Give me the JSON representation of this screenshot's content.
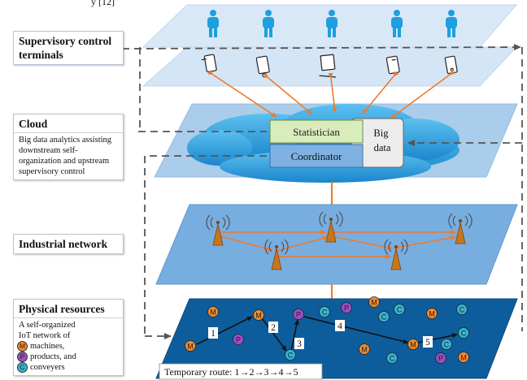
{
  "header_fragment": "y [12]",
  "layers": {
    "supervisory": {
      "title": "Supervisory control terminals"
    },
    "cloud": {
      "title": "Cloud",
      "description": "Big data analytics assisting downstream self-organization and upstream supervisory control",
      "statistician": "Statistician",
      "coordinator": "Coordinator",
      "big_data": "Big data"
    },
    "network": {
      "title": "Industrial network"
    },
    "physical": {
      "title": "Physical resources",
      "description_intro": "A self-organized IoT network of",
      "legend": [
        {
          "letter": "M",
          "label": "machines,",
          "color": "#f08a2c"
        },
        {
          "letter": "P",
          "label": "products,  and",
          "color": "#9a4fc4"
        },
        {
          "letter": "C",
          "label": "conveyers",
          "color": "#35b4d2"
        }
      ],
      "route_steps": [
        "1",
        "2",
        "3",
        "4",
        "5"
      ],
      "temporary_route": "Temporary route: 1→2→3→4→5"
    }
  },
  "colors": {
    "orange_link": "#f07a2a",
    "plane_light": "#d6e6f6",
    "plane_mid": "#a8cdea",
    "network_plane": "#79aee0",
    "physical_plane": "#0d5d9c",
    "cloud_blue": "#2d9ee0",
    "person_blue": "#1e9fe0"
  }
}
